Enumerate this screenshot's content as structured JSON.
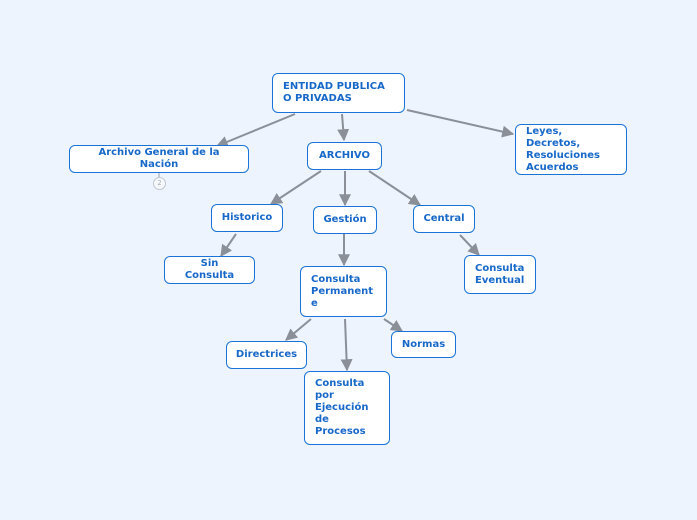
{
  "diagram": {
    "type": "mind-map",
    "colors": {
      "background": "#eef4fd",
      "node_border": "#1a73d9",
      "node_text": "#1768c9",
      "edge": "#8a8f98"
    },
    "nodes": {
      "root": "ENTIDAD PUBLICA\nO PRIVADAS",
      "archivo_general": "Archivo General de la Nación",
      "archivo_general_badge": "2",
      "leyes": "Leyes, Decretos,\nResoluciones\nAcuerdos",
      "archivo": "ARCHIVO",
      "historico": "Historico",
      "gestion": "Gestión",
      "central": "Central",
      "sin_consulta": "Sin Consulta",
      "consulta_permanente": "Consulta\nPermanent\ne",
      "consulta_eventual": "Consulta\nEventual",
      "directrices": "Directrices",
      "normas": "Normas",
      "consulta_ejecucion": "Consulta\npor\nEjecución\nde\nProcesos"
    },
    "edges": [
      [
        "root",
        "archivo_general"
      ],
      [
        "root",
        "archivo"
      ],
      [
        "root",
        "leyes"
      ],
      [
        "archivo",
        "historico"
      ],
      [
        "archivo",
        "gestion"
      ],
      [
        "archivo",
        "central"
      ],
      [
        "historico",
        "sin_consulta"
      ],
      [
        "gestion",
        "consulta_permanente"
      ],
      [
        "central",
        "consulta_eventual"
      ],
      [
        "consulta_permanente",
        "directrices"
      ],
      [
        "consulta_permanente",
        "consulta_ejecucion"
      ],
      [
        "consulta_permanente",
        "normas"
      ]
    ]
  }
}
